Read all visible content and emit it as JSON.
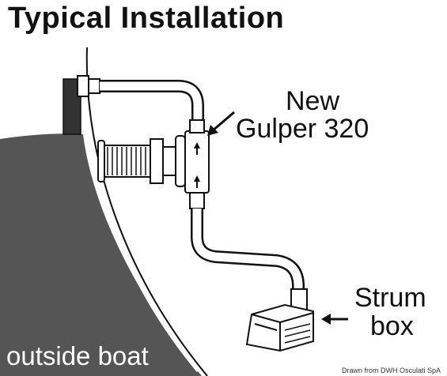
{
  "title": "Typical Installation",
  "labels": {
    "pump_line1": "New",
    "pump_line2": "Gulper 320",
    "strum_line1": "Strum",
    "strum_line2": "box",
    "outside": "outside boat"
  },
  "credit": "Drawn from DWH Osculati SpA",
  "colors": {
    "hull": "#555555",
    "line": "#111111",
    "background": "#ffffff"
  }
}
